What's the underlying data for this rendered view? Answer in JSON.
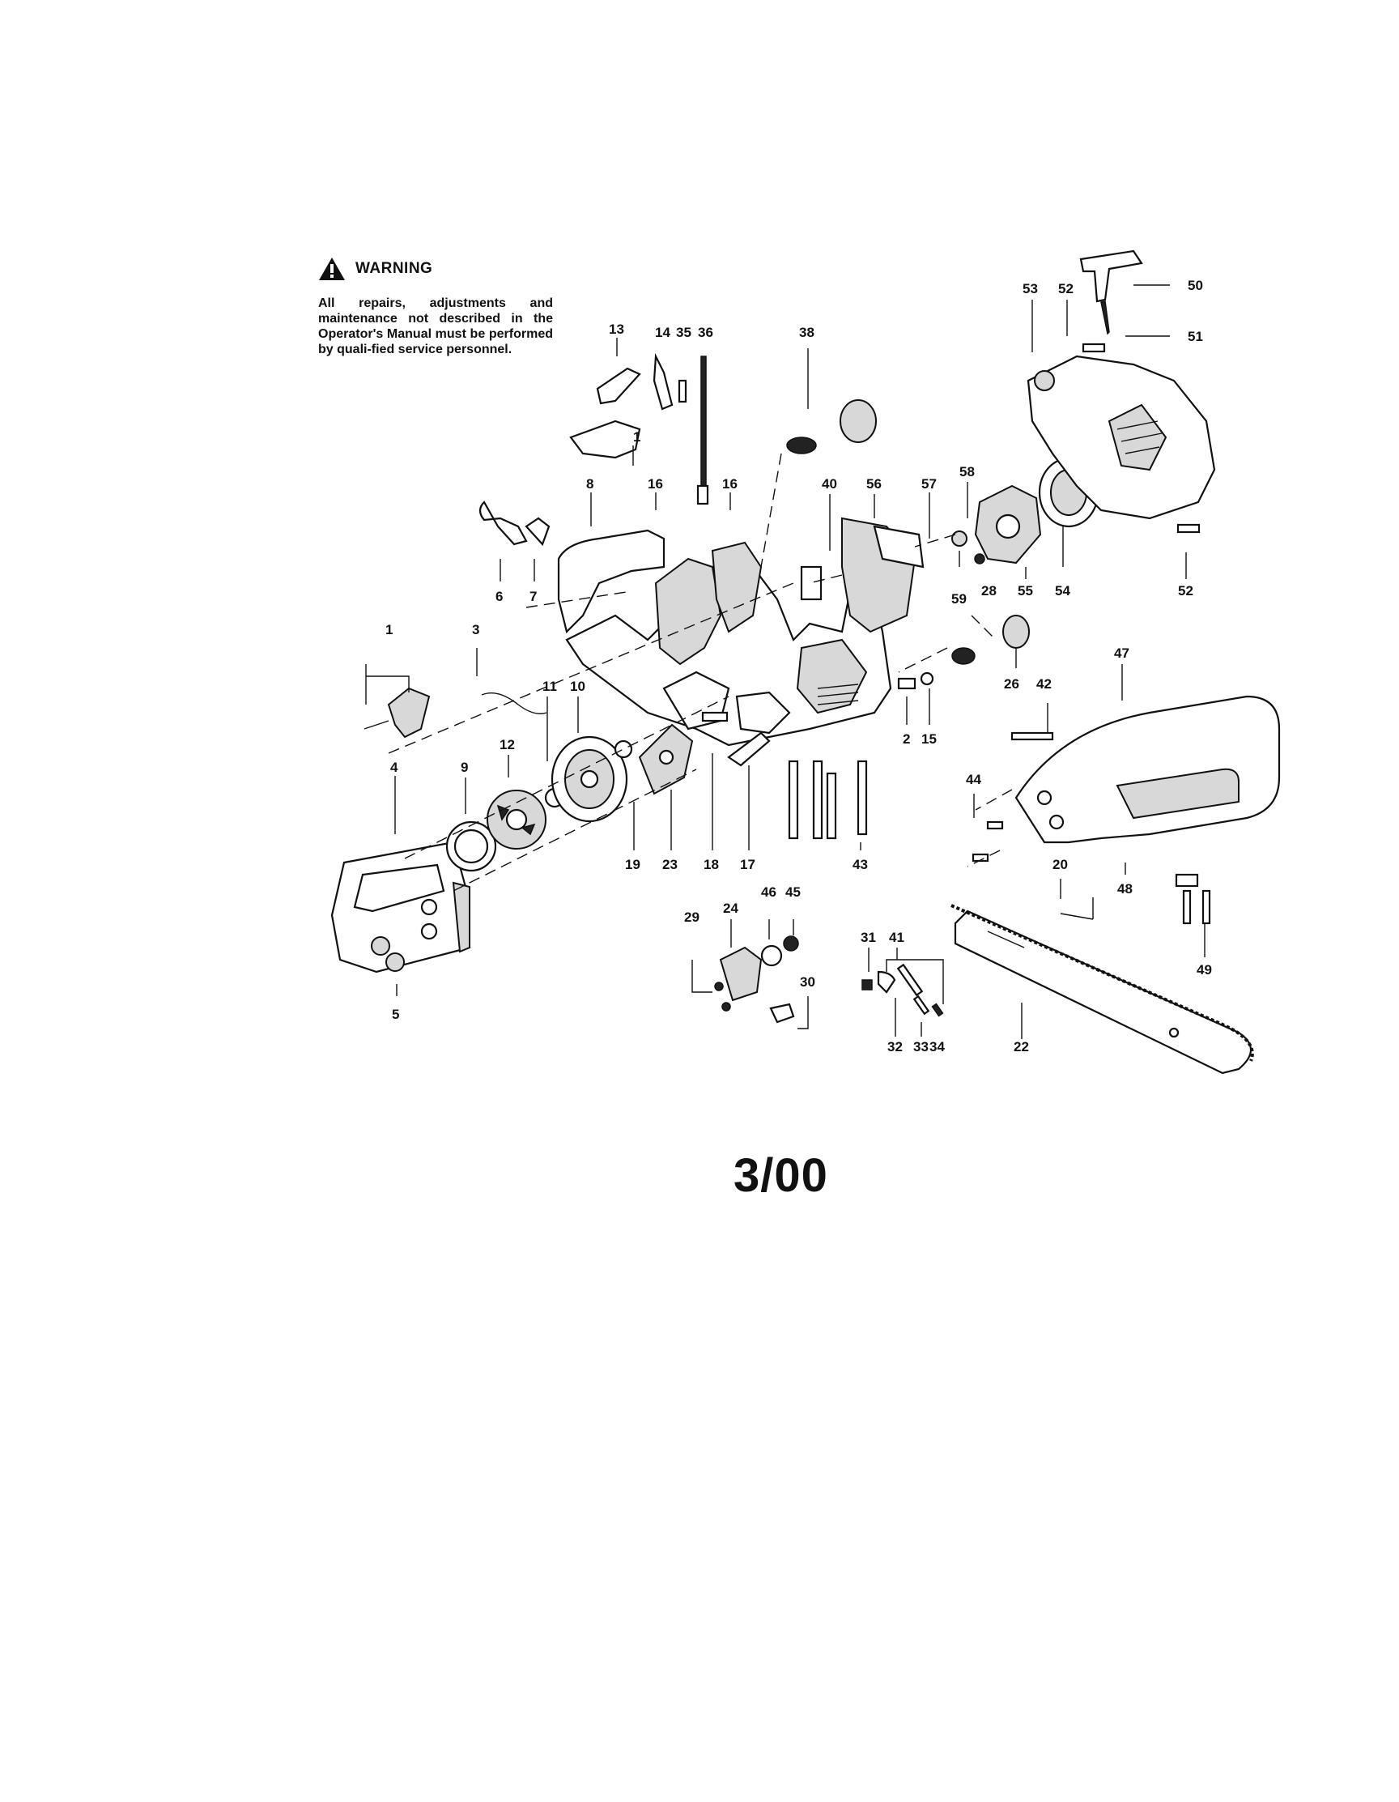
{
  "warning": {
    "title": "WARNING",
    "body": "All repairs, adjustments and maintenance not described in the Operator's Manual must be performed by quali-fied service personnel."
  },
  "date_stamp": "3/00",
  "callouts": [
    "13",
    "14",
    "35",
    "36",
    "38",
    "1",
    "16",
    "16",
    "8",
    "6",
    "7",
    "1",
    "3",
    "11",
    "10",
    "12",
    "9",
    "4",
    "5",
    "40",
    "56",
    "57",
    "58",
    "59",
    "28",
    "55",
    "54",
    "53",
    "52",
    "50",
    "51",
    "52",
    "26",
    "42",
    "47",
    "2",
    "15",
    "19",
    "23",
    "18",
    "17",
    "43",
    "44",
    "48",
    "20",
    "49",
    "24",
    "46",
    "45",
    "29",
    "30",
    "31",
    "41",
    "32",
    "33",
    "34",
    "22"
  ]
}
